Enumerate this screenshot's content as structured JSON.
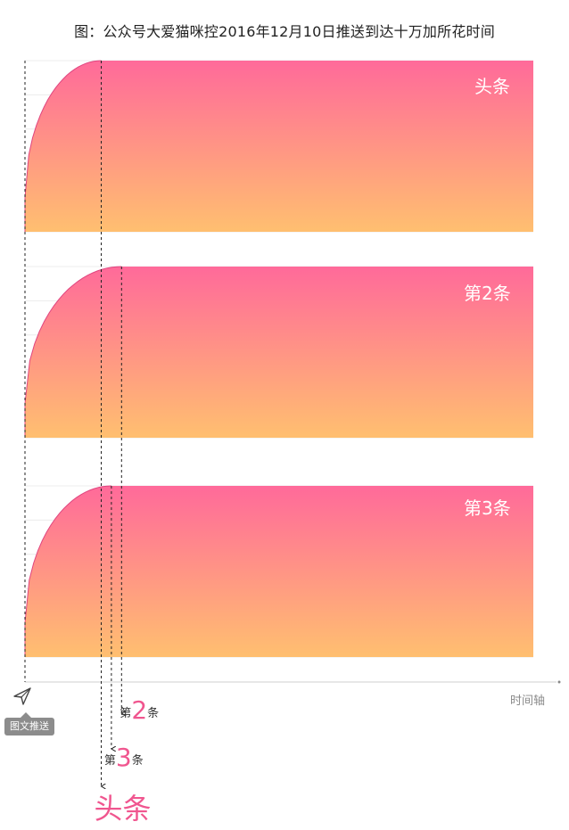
{
  "title": "图：公众号大爱猫咪控2016年12月10日推送到达十万加所花时间",
  "colors": {
    "top": "#ff6a9a",
    "bottom": "#ffbf70",
    "accent": "#f0568f",
    "line": "#222222"
  },
  "push_label": "图文推送",
  "chart_data": {
    "type": "area",
    "title": "图：公众号大爱猫咪控2016年12月10日推送到达十万加所花时间",
    "xlabel": "时间轴",
    "ylabel": "",
    "series": [
      {
        "name": "头条",
        "axis_label": "头条",
        "axis_number": "",
        "reach_x": 0.15
      },
      {
        "name": "第2条",
        "axis_label": "第",
        "axis_number": "2",
        "axis_suffix": "条",
        "reach_x": 0.19
      },
      {
        "name": "第3条",
        "axis_label": "第",
        "axis_number": "3",
        "axis_suffix": "条",
        "reach_x": 0.17
      }
    ],
    "grid": true
  }
}
